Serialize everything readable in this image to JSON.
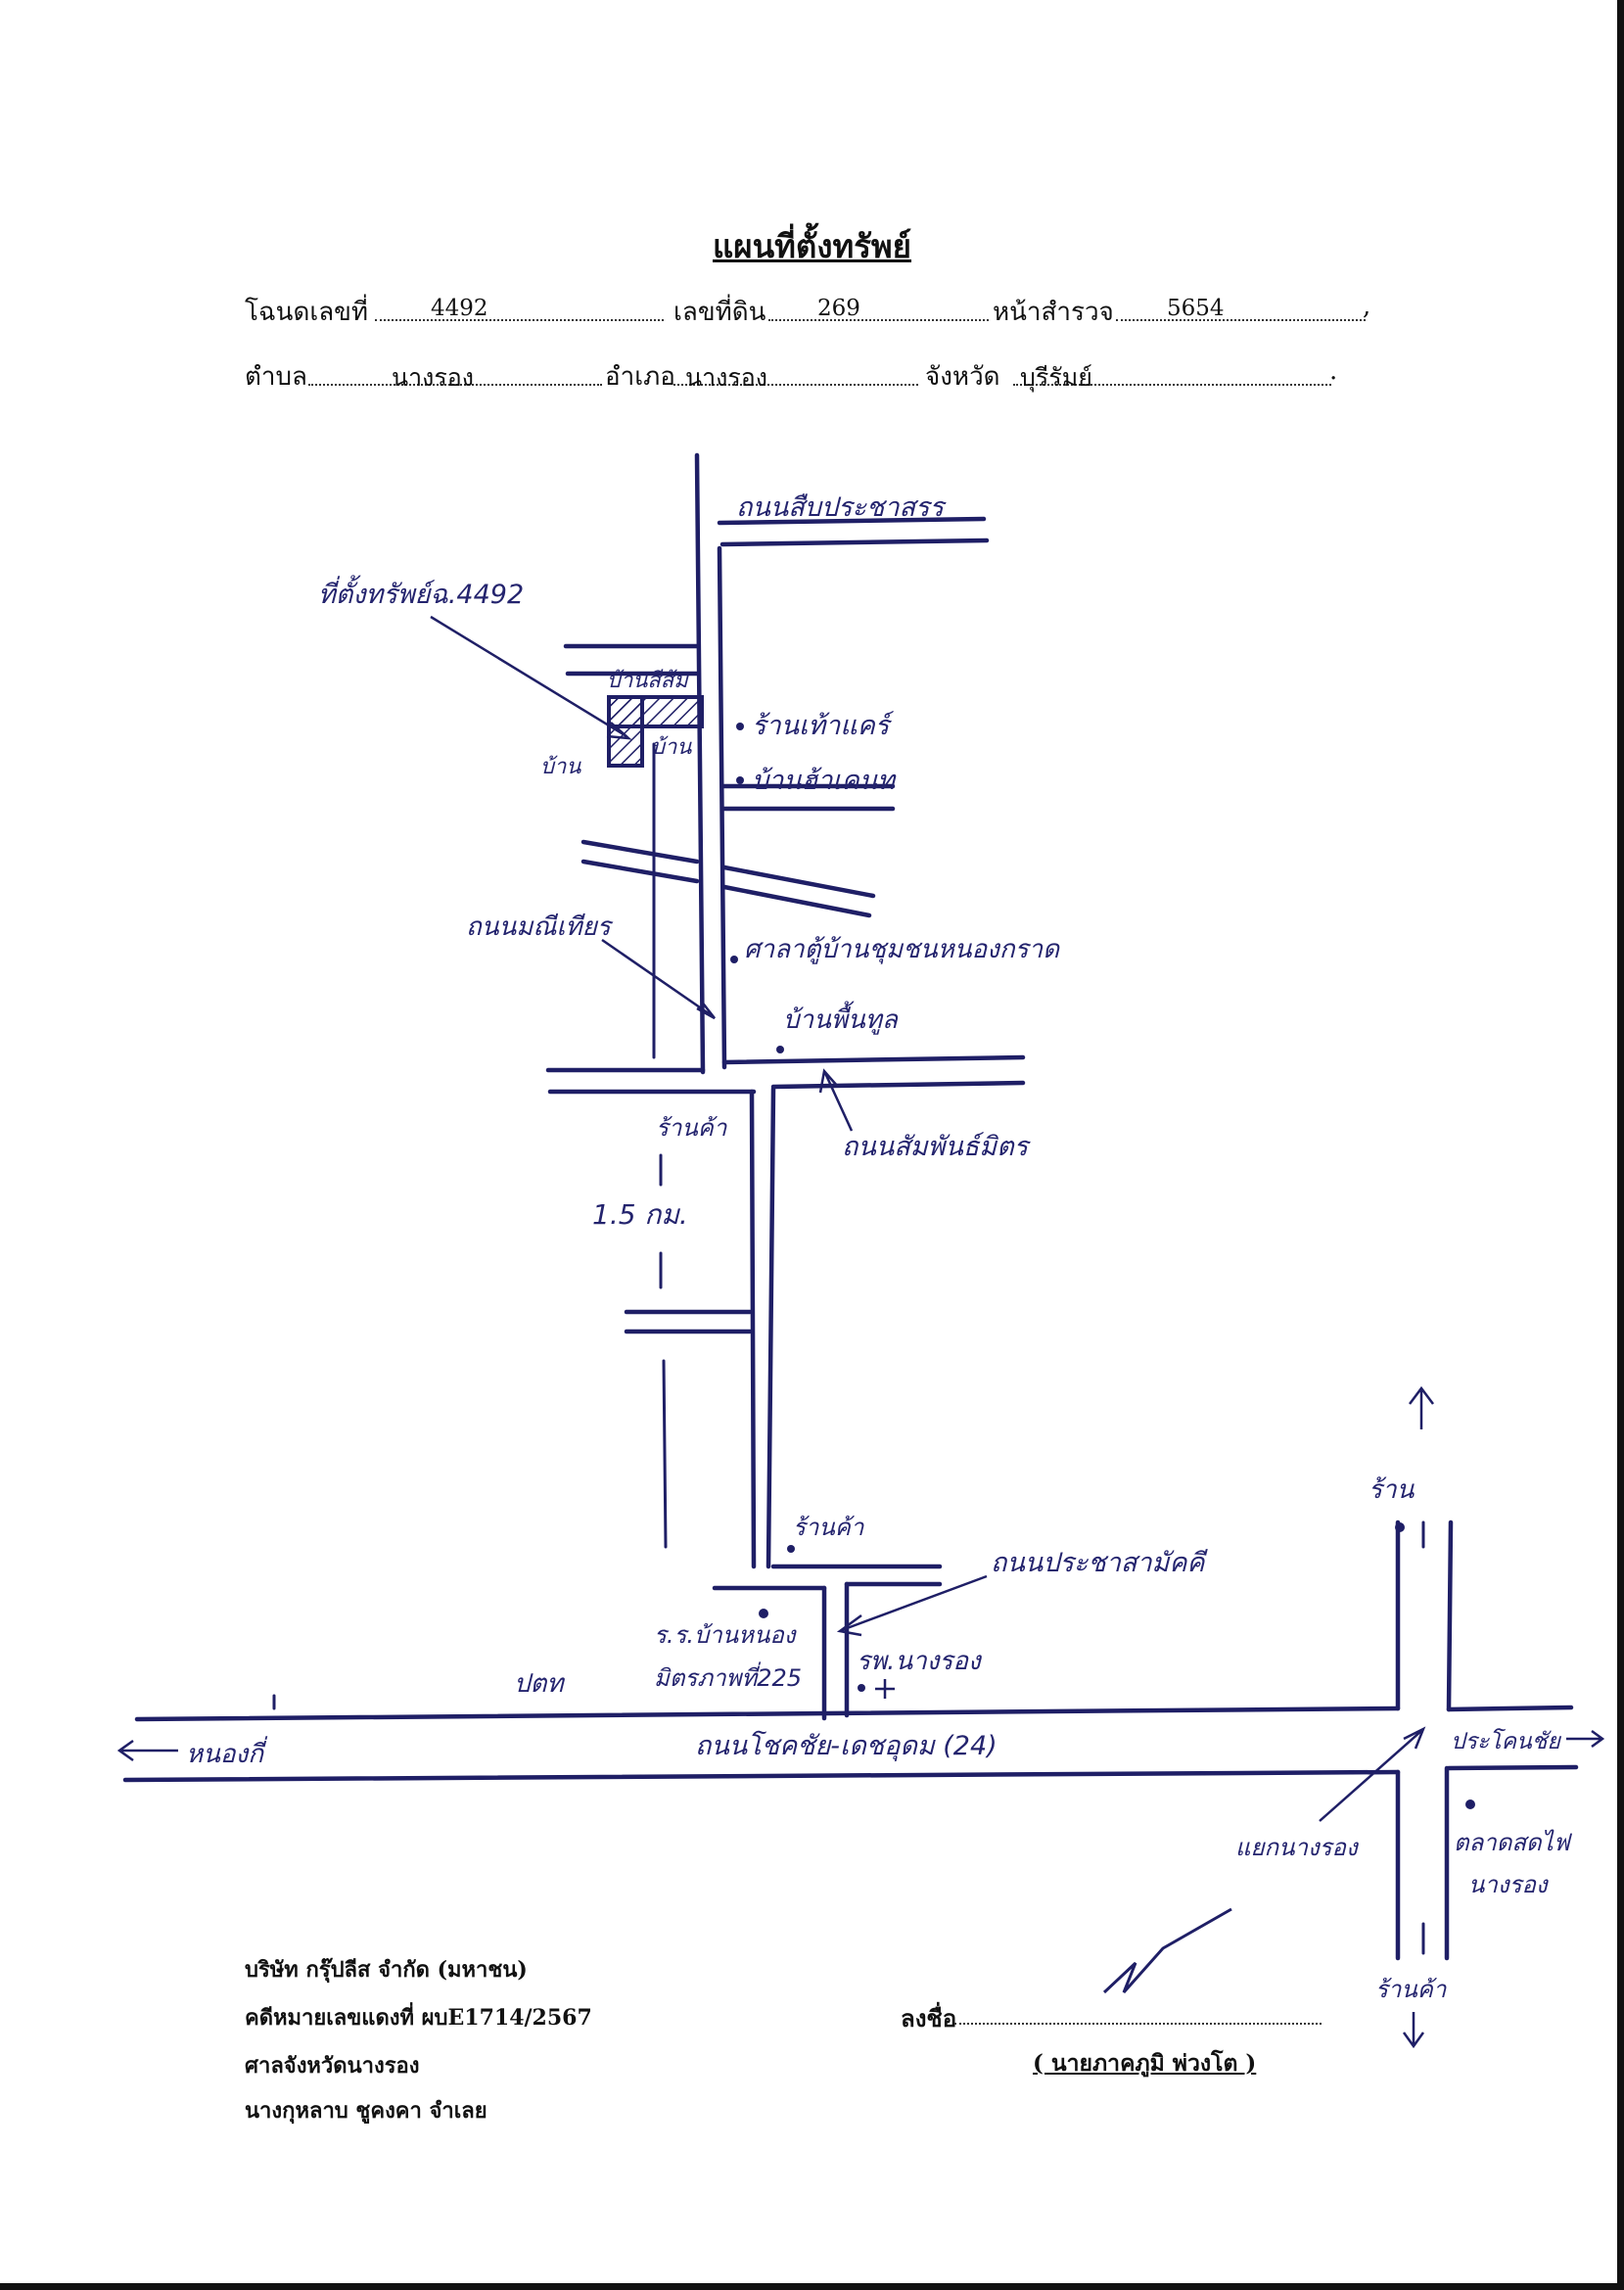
{
  "title": "แผนที่ตั้งทรัพย์",
  "deed": {
    "deed_label": "โฉนดเลขที่",
    "deed_no": "4492",
    "land_label": "เลขที่ดิน",
    "land_no": "269",
    "survey_label": "หน้าสำรวจ",
    "survey_no": "5654",
    "tambon_label": "ตำบล",
    "tambon": "นางรอง",
    "amphoe_label": "อำเภอ",
    "amphoe": "นางรอง",
    "province_label": "จังหวัด",
    "province": "บุรีรัมย์"
  },
  "map_labels": {
    "road_top": "ถนนสืบประชาสรร",
    "property_label": "ที่ตั้งทรัพย์ฉ.4492",
    "house_top": "บ้านสีส้ม",
    "house_left": "บ้าน",
    "house_right": "บ้าน",
    "shop1": "ร้านเท้าแคร์",
    "shop2": "บ้านฮ้าเคนท",
    "road_mani": "ถนนมณีเทียร",
    "temple": "ศาลาตู้บ้านชุมชนหนองกราด",
    "house3": "บ้านพื้นทูล",
    "road_sam": "ถนนสัมพันธ์มิตร",
    "shop3": "ร้านค้า",
    "distance": "1.5 กม.",
    "shop4": "ร้านค้า",
    "road_pracha": "ถนนประชาสามัคคี",
    "school1": "ร.ร.บ้านหนอง",
    "school2": "มิตรภาพที่225",
    "hospital": "รพ.นางรอง",
    "pump": "ปตท",
    "main_road": "ถนนโชคชัย-เดชอุดม (24)",
    "west": "หนองกี่",
    "east": "ประโคนชัย",
    "north_label": "ร้าน",
    "south_label": "ร้านค้า",
    "junction": "แยกนางรอง",
    "market1": "ตลาดสดไฟ",
    "market2": "นางรอง"
  },
  "footer": {
    "company": "บริษัท กรุ๊ปลีส จำกัด (มหาชน)",
    "case": "คดีหมายเลขแดงที่ ผบE1714/2567",
    "court": "ศาลจังหวัดนางรอง",
    "defendant": "นางกุหลาบ  ชูคงคา จำเลย",
    "sign_label": "ลงชื่อ",
    "signer": "( นายภาคภูมิ พ่วงโต )"
  }
}
